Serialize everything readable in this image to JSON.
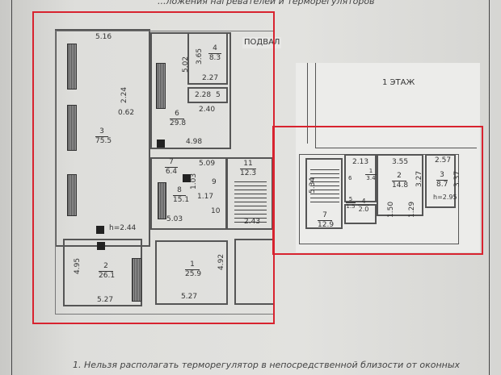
{
  "header_text": "...ложения нагревателей и терморегуляторов",
  "footer_text": "1.  Нельзя располагать терморегулятор в непосредственной близости от оконных",
  "basement": {
    "title": "ПОДВАЛ",
    "rooms": [
      {
        "num": "3",
        "area": "75.5"
      },
      {
        "num": "6",
        "area": "29.8"
      },
      {
        "num": "4",
        "area": "8.3"
      },
      {
        "num": "7",
        "area": "6.4"
      },
      {
        "num": "11",
        "area": "12.3"
      },
      {
        "num": "8",
        "area": "15.1"
      },
      {
        "num": "2",
        "area": "26.1"
      },
      {
        "num": "1",
        "area": "25.9"
      }
    ],
    "dims": [
      "5.16",
      "2.24",
      "0.62",
      "5.02",
      "3.65",
      "2.27",
      "2.28",
      "5",
      "2.40",
      "4.98",
      "5.09",
      "1.17",
      "10",
      "9",
      "5.03",
      "2.43",
      "h=2.44",
      "4.95",
      "5.27",
      "4.92",
      "5.27",
      "1.03"
    ]
  },
  "floor1": {
    "title": "1 ЭТАЖ",
    "rooms": [
      {
        "num": "1",
        "area": "3.4"
      },
      {
        "num": "2",
        "area": "14.8"
      },
      {
        "num": "3",
        "area": "8.7"
      },
      {
        "num": "7",
        "area": "12.9"
      },
      {
        "num": "5",
        "area": "1.5"
      },
      {
        "num": "4",
        "area": "2.0"
      },
      {
        "num": "6",
        "area": ""
      }
    ],
    "dims": [
      "2.13",
      "3.55",
      "3.27",
      "2.57",
      "3.37",
      "h=2.95",
      "5.34",
      "1.50",
      "1.29"
    ]
  },
  "colors": {
    "highlight": "#d8232f"
  }
}
